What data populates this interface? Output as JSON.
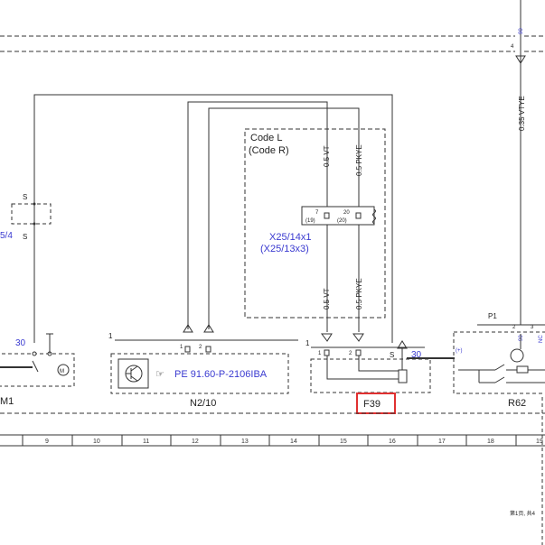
{
  "labels": {
    "code_l": "Code L",
    "code_r": "(Code R)",
    "w_vt_top": "0.5 VT",
    "w_pkye_top": "0.5 PKYE",
    "w_vt_bot": "0.5 VT",
    "w_pkye_bot": "0.5 PKYE",
    "w_vtye": "0.35 VTYE",
    "pin7": "7",
    "pin19": "(19)",
    "pin20": "20",
    "pin20b": "(20)",
    "conn1": "X25/14x1",
    "conn2": "(X25/13x3)",
    "pe_ref": "PE 91.60-P-2106IBA",
    "n210": "N2/10",
    "f39": "F39",
    "r62": "R62",
    "m1": "M1",
    "p1": "P1",
    "s": "S",
    "s2": "S",
    "s3": "S",
    "n30a": "30",
    "n30b": "30",
    "one_a": "1",
    "one_b": "1",
    "p1_pin1": "1",
    "p1_pin2": "2",
    "f_pin1": "1",
    "f_pin2": "2",
    "r_pin2": "2",
    "r_pin3": "3",
    "top_pin4": "4",
    "top_pin90": "90",
    "plus": "(+)",
    "left_54": "5/4",
    "nc": "NC",
    "pin_90b": "90",
    "footer": "第1页, 共4"
  },
  "grid": [
    "9",
    "10",
    "11",
    "12",
    "13",
    "14",
    "15",
    "16",
    "17",
    "18",
    "19"
  ],
  "colors": {
    "highlight": "#e03030",
    "link": "#3a3ad0",
    "line": "#333333"
  }
}
